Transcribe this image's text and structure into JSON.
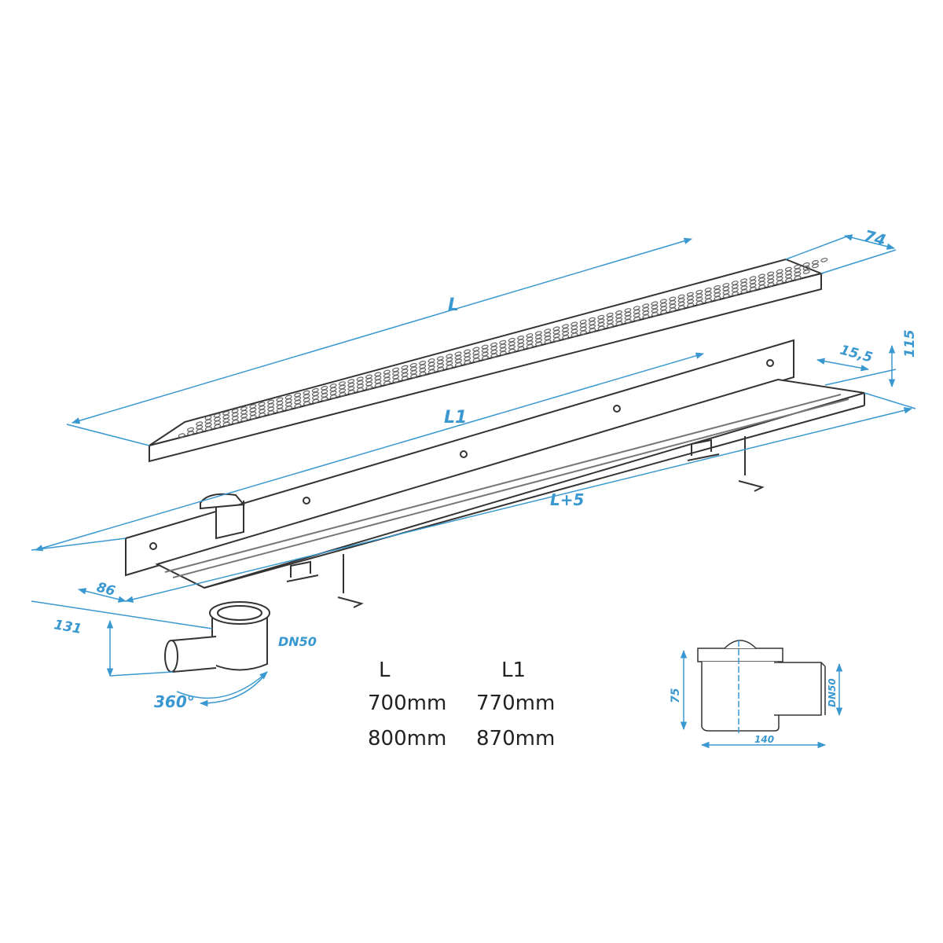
{
  "colors": {
    "dimension": "#3a98d0",
    "outline": "#333333"
  },
  "dimensions": {
    "grate_length": "L",
    "channel_length": "L1",
    "overall_length": "L+5",
    "grate_width": "74",
    "flange": "15,5",
    "height": "115",
    "channel_width": "86",
    "trap_height": "131",
    "outlet": "DN50",
    "rotation": "360°"
  },
  "table": {
    "headers": [
      "L",
      "L1"
    ],
    "rows": [
      [
        "700mm",
        "770mm"
      ],
      [
        "800mm",
        "870mm"
      ]
    ]
  },
  "side_view": {
    "height": "75",
    "width": "140",
    "outlet": "DN50"
  }
}
